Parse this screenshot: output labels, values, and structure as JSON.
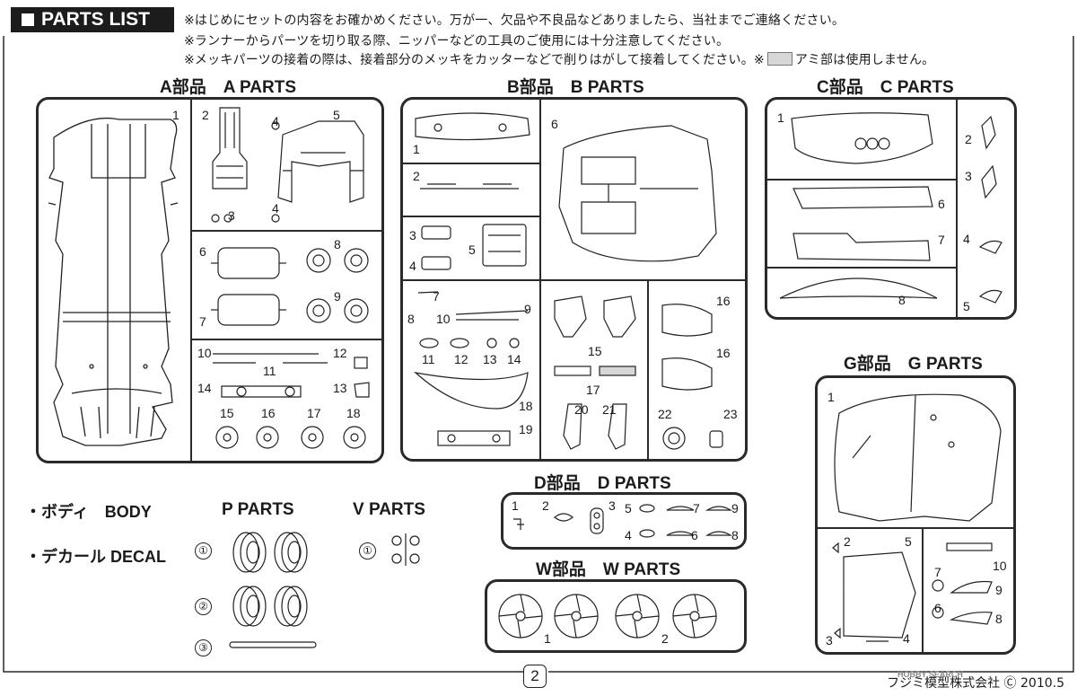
{
  "header": {
    "title": "PARTS LIST"
  },
  "notes": [
    "※はじめにセットの内容をお確かめください。万が一、欠品や不良品などありましたら、当社までご連絡ください。",
    "※ランナーからパーツを切り取る際、ニッパーなどの工具のご使用には十分注意してください。",
    "※メッキパーツの接着の際は、接着部分のメッキをカッターなどで削りはがして接着してください。※",
    "アミ部は使用しません。"
  ],
  "sections": {
    "a": "A部品　A PARTS",
    "b": "B部品　B PARTS",
    "c": "C部品　C PARTS",
    "d": "D部品　D PARTS",
    "g": "G部品　G PARTS",
    "w": "W部品　W PARTS",
    "p": "P PARTS",
    "v": "V PARTS"
  },
  "items": {
    "body": "・ボディ　BODY",
    "decal": "・デカール DECAL"
  },
  "nums": {
    "n1": "1",
    "n2": "2",
    "n3": "3",
    "n4": "4",
    "n5": "5",
    "n6": "6",
    "n7": "7",
    "n8": "8",
    "n9": "9",
    "n10": "10",
    "n11": "11",
    "n12": "12",
    "n13": "13",
    "n14": "14",
    "n15": "15",
    "n16": "16",
    "n17": "17",
    "n18": "18",
    "n19": "19",
    "n20": "20",
    "n21": "21",
    "n22": "22",
    "n23": "23",
    "c1": "①",
    "c2": "②",
    "c3": "③"
  },
  "footer": {
    "page": "2",
    "maker": "フジミ模型株式会社 Ⓒ 2010.5",
    "watermark": "HOBBY SEARCH"
  },
  "colors": {
    "line": "#2a2a2a",
    "header_bg": "#1c1c1c",
    "mesh": "#d7d7d7"
  }
}
